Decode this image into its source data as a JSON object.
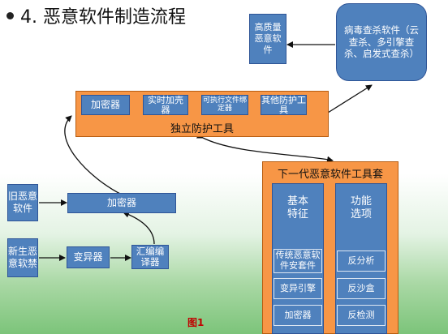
{
  "title": "4. 恶意软件制造流程",
  "boxes": {
    "high_quality": "高质量恶意软件",
    "antivirus": "病毒查杀软件（云查杀、多引擎查杀、启发式查杀）",
    "encryptor_top": "加密器",
    "realtime_shell": "实时加壳器",
    "exec_binder": "可执行文件绑定器",
    "other_tools": "其他防护工具",
    "independent_tools": "独立防护工具",
    "old_malware": "旧恶意软件",
    "encryptor_mid": "加密器",
    "new_malware": "新生恶意软禁",
    "mutator": "变异器",
    "assembler": "汇编编译器",
    "next_gen_suite": "下一代恶意软件工具套",
    "basic_features": "基本特征",
    "function_options": "功能选项",
    "traditional_suite": "传统恶意软件安套件",
    "mutation_engine": "变异引擎",
    "encryptor_bottom": "加密器",
    "anti_analysis": "反分析",
    "anti_sandbox": "反沙盒",
    "anti_detect": "反检测"
  },
  "figure_label": "图1"
}
